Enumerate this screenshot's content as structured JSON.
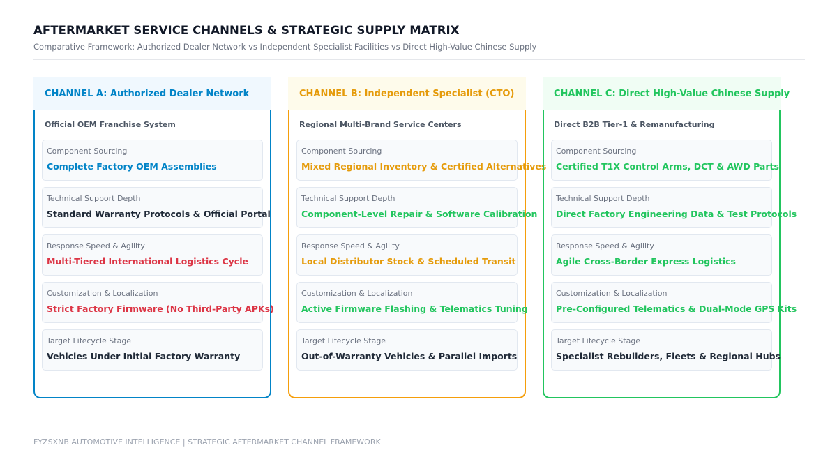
{
  "title": "AFTERMARKET SERVICE CHANNELS & STRATEGIC SUPPLY MATRIX",
  "subtitle": "Comparative Framework: Authorized Dealer Network vs Independent Specialist Facilities vs Direct High-Value Chinese Supply",
  "colors": {
    "red": "#dc3545",
    "dark": "#1f2937"
  },
  "channels": [
    {
      "header": "CHANNEL A: Authorized Dealer Network",
      "subtitle": "Official OEM Franchise System",
      "accent": "#0284c7",
      "rows": [
        {
          "label": "Component Sourcing",
          "value": "Complete Factory OEM Assemblies",
          "color": "#0284c7"
        },
        {
          "label": "Technical Support Depth",
          "value": "Standard Warranty Protocols & Official Portal",
          "color": "#1f2937"
        },
        {
          "label": "Response Speed & Agility",
          "value": "Multi-Tiered International Logistics Cycle",
          "color": "#dc3545"
        },
        {
          "label": "Customization & Localization",
          "value": "Strict Factory Firmware (No Third-Party APKs)",
          "color": "#dc3545"
        },
        {
          "label": "Target Lifecycle Stage",
          "value": "Vehicles Under Initial Factory Warranty",
          "color": "#1f2937"
        }
      ]
    },
    {
      "header": "CHANNEL B: Independent Specialist (CTO)",
      "subtitle": "Regional Multi-Brand Service Centers",
      "accent": "#f59e0b",
      "rows": [
        {
          "label": "Component Sourcing",
          "value": "Mixed Regional Inventory & Certified Alternatives",
          "color": "#e59b0b"
        },
        {
          "label": "Technical Support Depth",
          "value": "Component-Level Repair & Software Calibration",
          "color": "#22c55e"
        },
        {
          "label": "Response Speed & Agility",
          "value": "Local Distributor Stock & Scheduled Transit",
          "color": "#e59b0b"
        },
        {
          "label": "Customization & Localization",
          "value": "Active Firmware Flashing & Telematics Tuning",
          "color": "#22c55e"
        },
        {
          "label": "Target Lifecycle Stage",
          "value": "Out-of-Warranty Vehicles & Parallel Imports",
          "color": "#1f2937"
        }
      ]
    },
    {
      "header": "CHANNEL C: Direct High-Value Chinese Supply",
      "subtitle": "Direct B2B Tier-1 & Remanufacturing",
      "accent": "#22c55e",
      "rows": [
        {
          "label": "Component Sourcing",
          "value": "Certified T1X Control Arms, DCT & AWD Parts",
          "color": "#22c55e"
        },
        {
          "label": "Technical Support Depth",
          "value": "Direct Factory Engineering Data & Test Protocols",
          "color": "#22c55e"
        },
        {
          "label": "Response Speed & Agility",
          "value": "Agile Cross-Border Express Logistics",
          "color": "#22c55e"
        },
        {
          "label": "Customization & Localization",
          "value": "Pre-Configured Telematics & Dual-Mode GPS Kits",
          "color": "#22c55e"
        },
        {
          "label": "Target Lifecycle Stage",
          "value": "Specialist Rebuilders, Fleets & Regional Hubs",
          "color": "#1f2937"
        }
      ]
    }
  ],
  "footer": "FYZSXNB AUTOMOTIVE INTELLIGENCE | STRATEGIC AFTERMARKET CHANNEL FRAMEWORK"
}
